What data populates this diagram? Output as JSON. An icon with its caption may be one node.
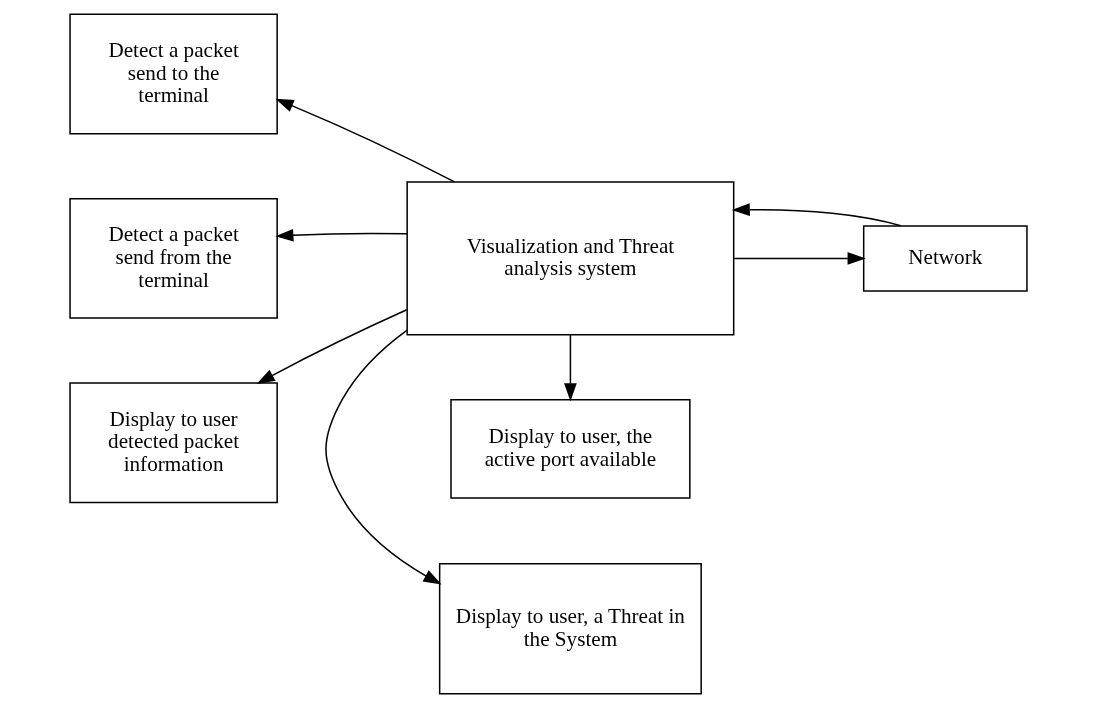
{
  "diagram": {
    "nodes": [
      {
        "text": [
          "Visualization and Threat analysis system"
        ]
      },
      {
        "text": [
          "Display to user, the active port available"
        ]
      },
      {
        "text": [
          "Detect a packet send to the terminal"
        ]
      },
      {
        "text": [
          "Detect a packet send from the terminal"
        ]
      },
      {
        "text": [
          "Display to user detected packet information"
        ]
      },
      {
        "text": [
          "Network"
        ]
      },
      {
        "text": [
          "Display to user, a Threat in the System"
        ]
      }
    ],
    "edges": [
      {
        "from": 0,
        "to": 1,
        "arrow": "to"
      },
      {
        "from": 0,
        "to": 2,
        "arrow": "to"
      },
      {
        "from": 0,
        "to": 3,
        "arrow": "to"
      },
      {
        "from": 0,
        "to": 4,
        "arrow": "to"
      },
      {
        "from": 0,
        "to": 5,
        "arrow": "to"
      },
      {
        "from": 5,
        "to": 0,
        "arrow": "to"
      },
      {
        "from": 0,
        "to": 6,
        "arrow": "to"
      }
    ]
  }
}
